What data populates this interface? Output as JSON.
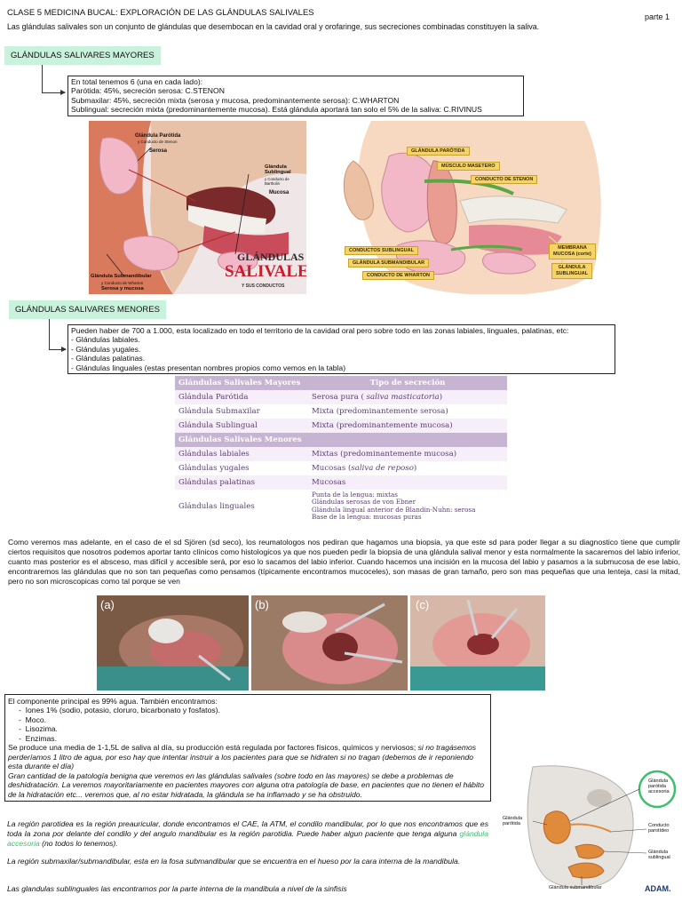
{
  "header": {
    "title": "CLASE 5 MEDICINA BUCAL: EXPLORACIÓN DE LAS GLÁNDULAS SALIVALES",
    "part": "parte 1",
    "intro": "Las glándulas salivales son un conjunto de glándulas que desembocan en la cavidad oral y orofaringe, sus secreciones combinadas constituyen la saliva."
  },
  "mayores": {
    "heading": "GLÁNDULAS SALIVARES MAYORES",
    "lines": [
      "En total tenemos 6 (una en cada lado):",
      "Parótida: 45%, secreción serosa: C.STENON",
      "Submaxilar: 45%, secreción mixta (serosa y mucosa, predominantemente serosa): C.WHARTON",
      "Sublingual: secreción mixta (predominantemente mucosa). Está glándula aportará tan solo el 5% de la saliva: C.RIVINUS"
    ]
  },
  "figure_left": {
    "labels": {
      "parotida": "Glándula Parótida",
      "stenon": "y Conducto de Stenon",
      "serosa": "Serosa",
      "sublingual": "Glándula Sublingual",
      "bartholin": "y Conducto de Bartholin",
      "mucosa": "Mucosa",
      "submandibular": "Glándula Submandibular",
      "wharton": "y Conducto de Wharton",
      "serosa_mucosa": "Serosa y mucosa"
    },
    "title_small": "GLÁNDULAS",
    "title_big": "SALIVALES",
    "subtitle": "Y SUS CONDUCTOS"
  },
  "figure_right": {
    "labels": {
      "parotida": "GLÁNDULA PARÓTIDA",
      "masetero": "MÚSCULO MASETERO",
      "stenon": "CONDUCTO DE STENON",
      "c_sublingual": "CONDUCTOS SUBLINGUAL",
      "submandibular": "GLÁNDULA SUBMANDIBULAR",
      "wharton": "CONDUCTO DE WHARTON",
      "membrana": "MEMBRANA",
      "mucosa_corte": "MUCOSA (corte)",
      "g_sublingual_1": "GLÁNDULA",
      "g_sublingual_2": "SUBLINGUAL"
    }
  },
  "menores": {
    "heading": "GLÁNDULAS SALIVARES MENORES",
    "lines": [
      "Pueden haber de 700 a 1.000, esta localizado en todo el territorio de la cavidad oral pero sobre todo en las zonas labiales, linguales, palatinas, etc:",
      "- Glándulas labiales.",
      "- Glándulas yugales.",
      "- Glándulas palatinas.",
      "- Glándulas linguales (estas presentan nombres propios como vemos en la tabla)"
    ]
  },
  "table": {
    "header_col1": "Glándulas  Salivales  Mayores",
    "header_col2": "Tipo de secreción",
    "rows_mayores": [
      {
        "gland": "Glándula Parótida",
        "type_a": "Serosa pura ( ",
        "type_b": "saliva masticatoria",
        "type_c": ")"
      },
      {
        "gland": "Glándula Submaxilar",
        "type_a": "Mixta  (predominantemente serosa)",
        "type_b": "",
        "type_c": ""
      },
      {
        "gland": "Glándula Sublingual",
        "type_a": "Mixta (predominantemente mucosa)",
        "type_b": "",
        "type_c": ""
      }
    ],
    "header_menores": "Glándulas  Salivales  Menores",
    "rows_menores": [
      {
        "gland": "Glándulas labiales",
        "type_a": "Mixtas (predominantemente mucosa)",
        "type_b": "",
        "type_c": ""
      },
      {
        "gland": "Glándulas  yugales",
        "type_a": "Mucosas (",
        "type_b": "saliva de reposo",
        "type_c": ")"
      },
      {
        "gland": "Glándulas palatinas",
        "type_a": "Mucosas",
        "type_b": "",
        "type_c": ""
      }
    ],
    "lingual_gland": "Glándulas linguales",
    "lingual_types": [
      "Punta de la lengua: mixtas",
      "Glándulas serosas de von Ebner",
      "Glándula lingual anterior  de Blandin-Nuhn: serosa",
      "Base de la lengua: mucosas puras"
    ]
  },
  "sjogren_paragraph": "Como veremos mas adelante, en el caso de el sd Sjören (sd seco), los reumatologos nos pediran que hagamos una biopsia, ya que este sd para poder llegar a su diagnostico tiene que cumplir ciertos requisitos que nosotros podemos aportar tanto clínicos como histologicos ya que nos pueden pedir la biopsia de una glándula salival menor y esta normalmente la sacaremos del labio inferior, cuanto mas posterior es el absceso, mas difícil y accesible será, por eso lo sacamos del labio inferior. Cuando hacemos una incisión en la mucosa del labio y pasamos a la submucosa de ese labio, encontraremos las glándulas que no son tan pequeñas como pensamos (típicamente encontramos mucoceles), son masas de gran tamaño, pero son mas pequeñas que una lenteja, casi la mitad, pero no son microscopicas como tal porque se ven",
  "photos": {
    "a": "(a)",
    "b": "(b)",
    "c": "(c)"
  },
  "composition": {
    "intro": "El componente principal es 99% agua. También encontramos:",
    "items": [
      "Iones 1% (sodio, potasio, cloruro, bicarbonato y fosfatos).",
      "Moco.",
      "Lisozima.",
      "Enzimas."
    ],
    "p2_normal": "Se produce una media de 1-1,5L de saliva al día, su producción está regulada por factores físicos, químicos y nerviosos; ",
    "p2_italic": "si no tragásemos perderíamos 1 litro de agua, por eso hay que intentar instruir a los pacientes para que se hidraten si no tragan (debemos de ir reponiendo esta durante el día)",
    "p3_italic": "Gran cantidad de la patología benigna que veremos en las glándulas salivales (sobre todo en las mayores) se debe a problemas de deshidratación. La veremos mayoritariamente en pacientes mayores con alguna otra patología de base, en pacientes que no tienen el hábito de la hidratación etc... veremos que, al no estar hidratada, la glándula se ha inflamado y se ha obstruido."
  },
  "regions": {
    "p1_a": "La región parotidea es la región preauricular, donde encontramos el CAE, la ATM, el condilo mandibular, por lo que nos encontramos que es toda la zona por delante del condilo y del angulo mandibular es la región parotidia. Puede haber algun paciente que tenga alguna ",
    "p1_green": "glándula accesoria",
    "p1_b": " (no todos lo tenemos).",
    "p2": "La región submaxilar/submandibular, esta en la fosa submandibular que se encuentra en el hueso por la cara interna de la mandibula.",
    "p3": "Las glandulas sublinguales las encontramos por la parte interna de la mandibula a nivel  de la sinfisis"
  },
  "adam_figure": {
    "accesoria": "Glándula parótida accesoria",
    "parotida": "Glándula parótida",
    "conducto": "Conducto parotídeo",
    "sublingual": "Glándula sublingual",
    "submandibular": "Glándula submandibular",
    "brand": "ADAM."
  },
  "colors": {
    "highlight": "#c9f2dc",
    "table_header": "#c7b4d2",
    "table_text": "#5a3d6f",
    "accent_green": "#3fbf6e",
    "gland_pink": "#f2b8c8"
  }
}
